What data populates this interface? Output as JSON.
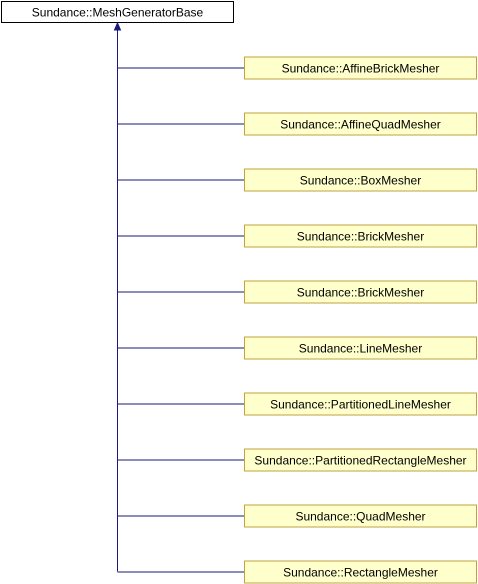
{
  "base_class": {
    "name": "Sundance::MeshGeneratorBase"
  },
  "derived_classes": [
    {
      "name": "Sundance::AffineBrickMesher"
    },
    {
      "name": "Sundance::AffineQuadMesher"
    },
    {
      "name": "Sundance::BoxMesher"
    },
    {
      "name": "Sundance::BrickMesher"
    },
    {
      "name": "Sundance::BrickMesher"
    },
    {
      "name": "Sundance::LineMesher"
    },
    {
      "name": "Sundance::PartitionedLineMesher"
    },
    {
      "name": "Sundance::PartitionedRectangleMesher"
    },
    {
      "name": "Sundance::QuadMesher"
    },
    {
      "name": "Sundance::RectangleMesher"
    }
  ],
  "colors": {
    "edge": "#1a1a7a",
    "derived_fill": "#ffffcc",
    "derived_border": "#c0a040",
    "base_fill": "#ffffff",
    "base_border": "#000000"
  }
}
